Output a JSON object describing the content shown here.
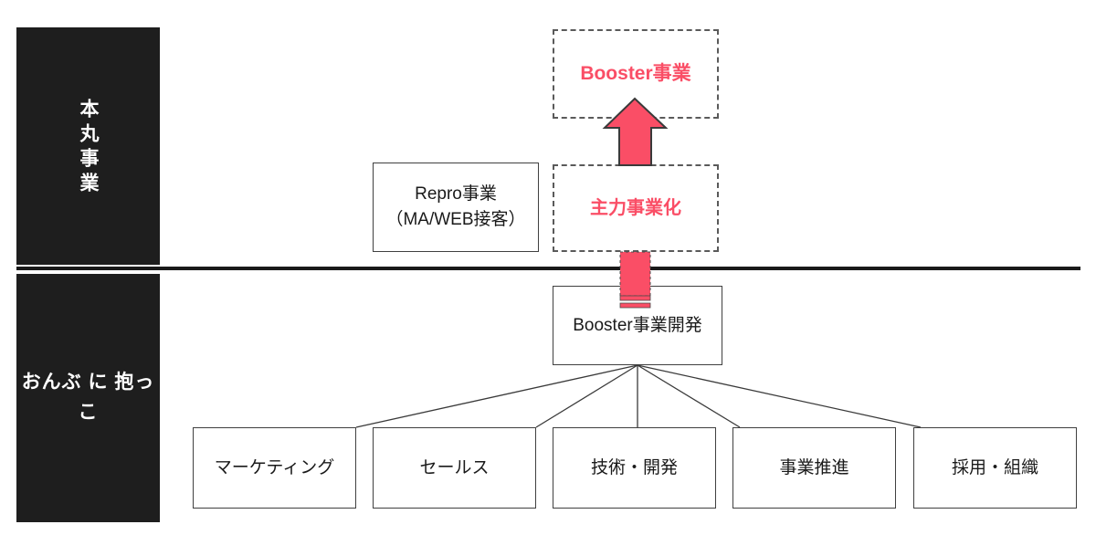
{
  "diagram": {
    "title_accent_color": "#FA4E66",
    "bands": [
      {
        "id": "main-business",
        "label": "本丸事業",
        "orientation": "vertical"
      },
      {
        "id": "piggyback",
        "label": "おんぶ\nに\n抱っこ",
        "orientation": "horizontal"
      }
    ],
    "boxes": {
      "booster_top": {
        "label": "Booster事業",
        "style": "dashed",
        "emphasis": "accent"
      },
      "repro": {
        "label": "Repro事業\n（MA/WEB接客）",
        "style": "solid",
        "emphasis": "none"
      },
      "shuryoku": {
        "label": "主力事業化",
        "style": "dashed",
        "emphasis": "accent"
      },
      "booster_dev": {
        "label": "Booster事業開発",
        "style": "solid",
        "emphasis": "none"
      }
    },
    "leaves": [
      {
        "id": "marketing",
        "label": "マーケティング"
      },
      {
        "id": "sales",
        "label": "セールス"
      },
      {
        "id": "tech-dev",
        "label": "技術・開発"
      },
      {
        "id": "business-promotion",
        "label": "事業推進"
      },
      {
        "id": "recruiting-org",
        "label": "採用・組織"
      }
    ],
    "arrow": {
      "name": "growth-arrow",
      "direction": "up",
      "color": "#FA4E66",
      "outline_color": "#3A3A3A"
    }
  }
}
